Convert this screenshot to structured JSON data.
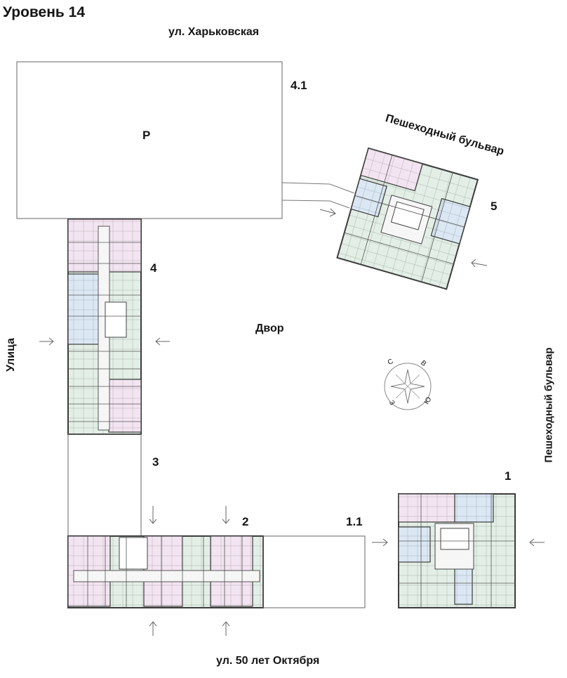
{
  "plan": {
    "title": "Уровень 14",
    "streets": {
      "top": "ул. Харьковская",
      "bottom": "ул. 50 лет Октября",
      "left": "Улица",
      "right": "Пешеходный бульвар",
      "top_right": "Пешеходный бульвар"
    },
    "yard": "Двор",
    "parking_label": "Р",
    "sections": {
      "s1": "1",
      "s1_1": "1.1",
      "s2": "2",
      "s3": "3",
      "s4": "4",
      "s4_1": "4.1",
      "s5": "5"
    },
    "compass": {
      "n": "С",
      "e": "В",
      "s": "Ю",
      "w": "З"
    },
    "colors": {
      "apartment_pink": "#f3e4f1",
      "apartment_green": "#e3efe6",
      "apartment_blue": "#dbe8f3",
      "wall": "#3c3c3c",
      "line": "#555555"
    }
  }
}
